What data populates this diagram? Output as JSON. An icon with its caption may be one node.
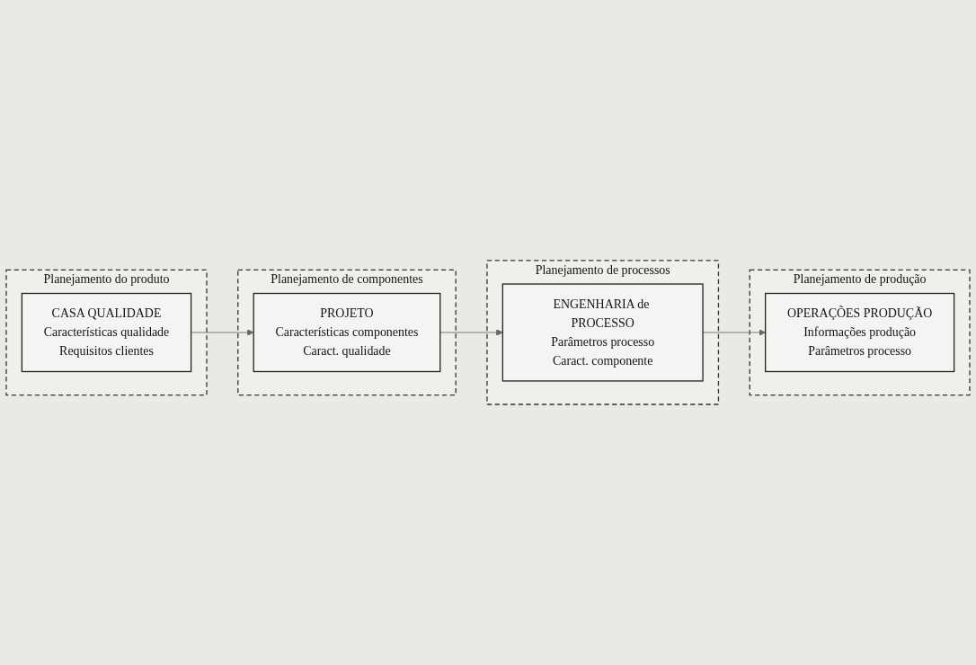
{
  "diagram": {
    "nodes": [
      {
        "text": [
          "Planejamento do produto"
        ]
      },
      {
        "text": [
          "CASA QUALIDADE",
          "Características qualidade",
          "Requisitos clientes"
        ],
        "in": 0
      },
      {
        "text": [
          "Planejamento de componentes"
        ]
      },
      {
        "text": [
          "PROJETO",
          "Características componentes",
          "Caract. qualidade"
        ],
        "in": 2
      },
      {
        "text": [
          "Planejamento de processos"
        ]
      },
      {
        "text": [
          "ENGENHARIA de PROCESSO",
          "Parâmetros processo",
          "Caract. componente"
        ],
        "in": 4
      },
      {
        "text": [
          "Planejamento de produção"
        ]
      },
      {
        "text": [
          "OPERAÇÕES PRODUÇÃO",
          "Informações produção",
          "Parâmetros processo"
        ],
        "in": 6
      }
    ],
    "edges": [
      {
        "from": 1,
        "to": 3,
        "arrow": "to"
      },
      {
        "from": 3,
        "to": 5,
        "arrow": "to"
      },
      {
        "from": 5,
        "to": 7,
        "arrow": "to"
      }
    ]
  }
}
